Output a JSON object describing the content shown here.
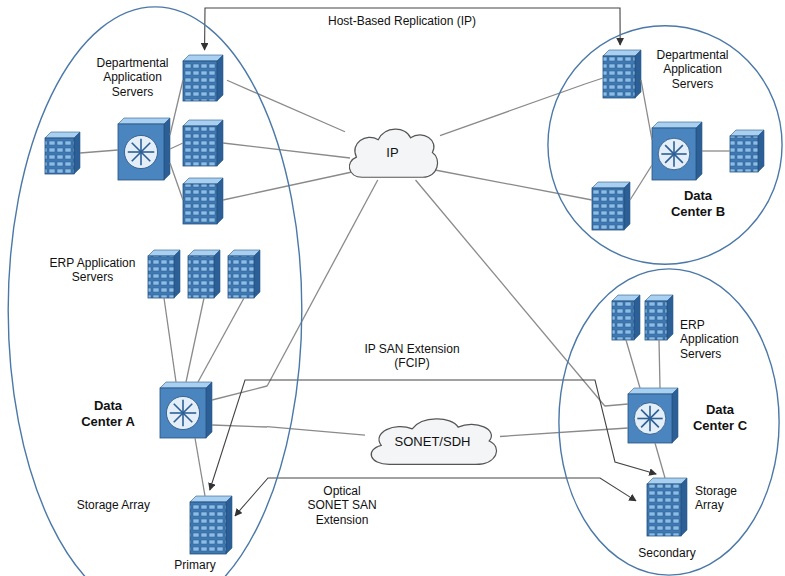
{
  "diagram": {
    "nodes": [
      {
        "text": [
          "Data Center A"
        ]
      },
      {
        "text": [
          "Departmental Application Servers"
        ],
        "in": 0
      },
      {
        "text": [
          "ERP Application Servers"
        ],
        "in": 0
      },
      {
        "text": [
          "Storage Array",
          "Primary"
        ],
        "in": 0
      },
      {
        "text": [
          "Data Center B"
        ]
      },
      {
        "text": [
          "Departmental Application Servers"
        ],
        "in": 4
      },
      {
        "text": [
          "IP"
        ]
      },
      {
        "text": [
          "SONET/SDH"
        ]
      },
      {
        "text": [
          "Data Center C"
        ]
      },
      {
        "text": [
          "ERP Application Servers"
        ],
        "in": 8
      },
      {
        "text": [
          "Storage Array",
          "Secondary"
        ],
        "in": 8
      }
    ],
    "edges": [
      {
        "from": 1,
        "to": 5,
        "arrow": "both",
        "label": "Host-Based Replication (IP)"
      },
      {
        "from": 1,
        "to": 6,
        "arrow": "none"
      },
      {
        "from": 5,
        "to": 6,
        "arrow": "none"
      },
      {
        "from": 2,
        "to": 6,
        "arrow": "none"
      },
      {
        "from": 9,
        "to": 6,
        "arrow": "none"
      },
      {
        "from": 2,
        "to": 7,
        "arrow": "none"
      },
      {
        "from": 7,
        "to": 9,
        "arrow": "none"
      },
      {
        "from": 3,
        "to": 10,
        "arrow": "both",
        "label": "IP SAN Extension (FCIP)"
      },
      {
        "from": 3,
        "to": 10,
        "arrow": "both",
        "label": "Optical SONET SAN Extension"
      }
    ]
  }
}
